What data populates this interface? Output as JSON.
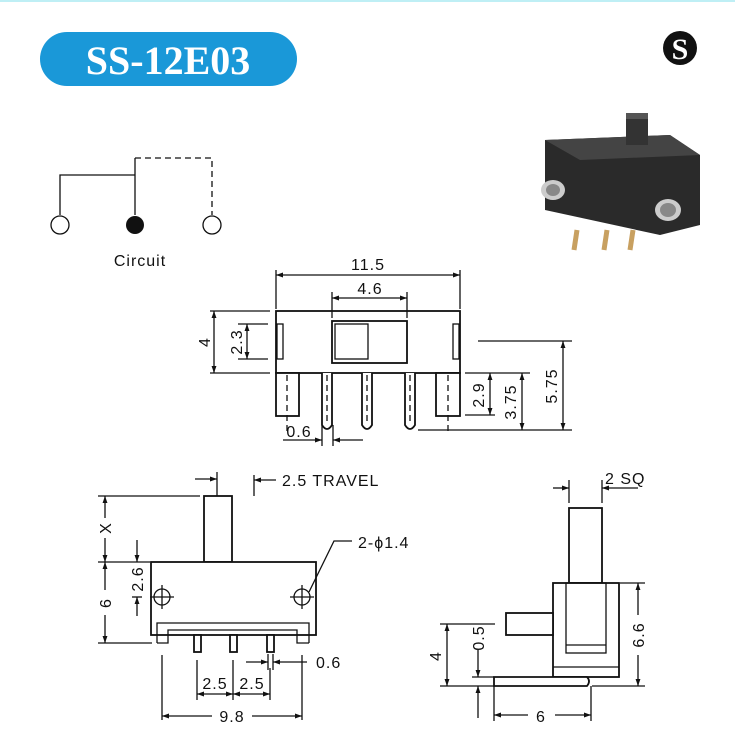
{
  "header": {
    "model": "SS-12E03",
    "brand_logo_letter": "S",
    "badge_color": "#1a98d8"
  },
  "circuit": {
    "label": "Circuit"
  },
  "front_view": {
    "width": "11.5",
    "slider_window": "4.6",
    "body_height": "4",
    "slot_height": "2.3",
    "leg_length": "2.9",
    "pin_length": "3.75",
    "total_height": "5.75",
    "pin_width": "0.6"
  },
  "top_view": {
    "travel": "2.5 TRAVEL",
    "actuator": "X",
    "body_depth": "6",
    "hole_offset": "2.6",
    "holes": "2-ϕ1.4",
    "pitch_1": "2.5",
    "pitch_2": "2.5",
    "pin_width": "0.6",
    "mount_span": "9.8"
  },
  "side_view": {
    "actuator_size": "2 SQ",
    "height": "4",
    "plate": "0.5",
    "body_height": "6.6",
    "base_width": "6"
  }
}
